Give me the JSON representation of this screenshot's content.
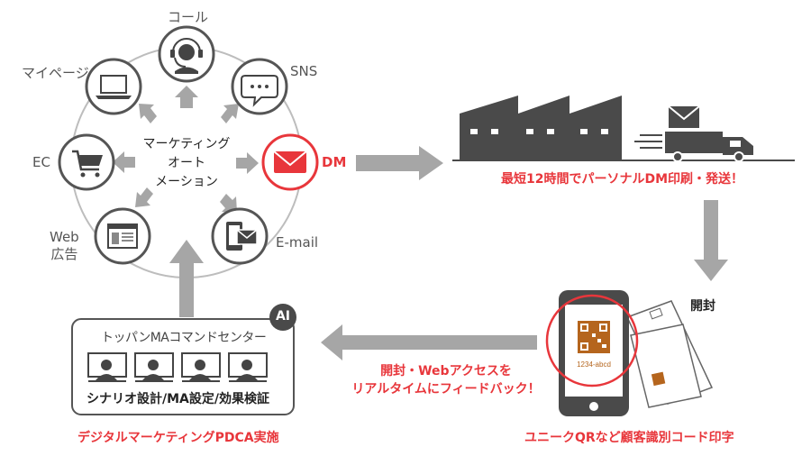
{
  "ma_cycle": {
    "center_text": [
      "マーケティング",
      "オート",
      "メーション"
    ],
    "channels": {
      "call": "コール",
      "sns": "SNS",
      "dm": "DM",
      "email": "E-mail",
      "web_ad_line1": "Web",
      "web_ad_line2": "広告",
      "ec": "EC",
      "mypage": "マイページ"
    }
  },
  "production": {
    "caption": "最短12時間でパーソナルDM印刷・発送！"
  },
  "open_label": "開封",
  "dm_code": {
    "caption": "ユニークQRなど顧客識別コード印字",
    "code_text": "1234-abcd"
  },
  "feedback": {
    "line1": "開封・Webアクセスを",
    "line2": "リアルタイムにフィードバック！"
  },
  "command_center": {
    "ai_badge": "AI",
    "title": "トッパンMAコマンドセンター",
    "subtitle": "シナリオ設計/MA設定/効果検証",
    "caption": "デジタルマーケティングPDCA実施"
  },
  "colors": {
    "accent_red": "#e8363b",
    "icon_dark": "#444444",
    "arrow_gray": "#a6a6a6",
    "factory_dark": "#4a4a4a"
  }
}
